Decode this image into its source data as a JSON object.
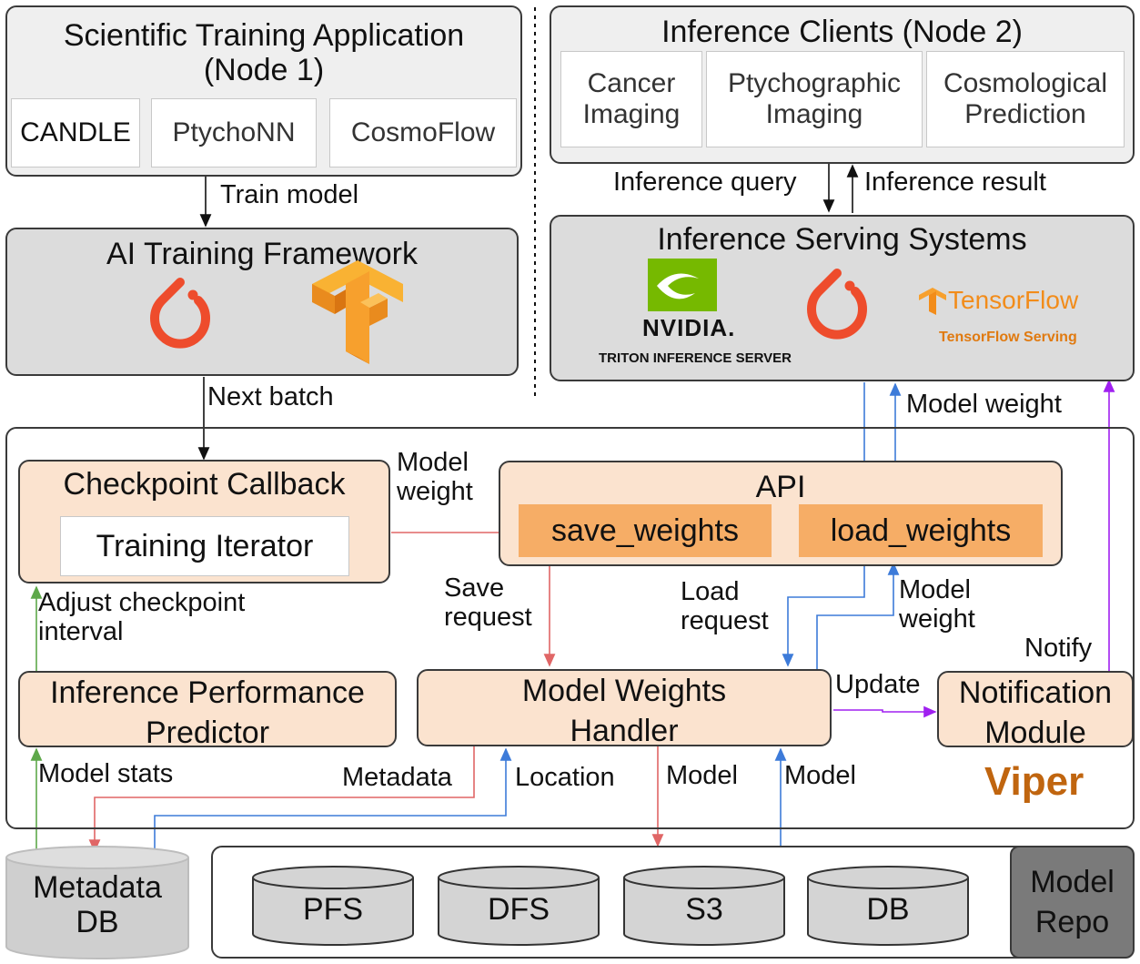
{
  "node1": {
    "title_line1": "Scientific Training Application",
    "title_line2": "(Node 1)",
    "apps": [
      "CANDLE",
      "PtychoNN",
      "CosmoFlow"
    ]
  },
  "node2": {
    "title": "Inference Clients (Node 2)",
    "clients": [
      {
        "line1": "Cancer",
        "line2": "Imaging"
      },
      {
        "line1": "Ptychographic",
        "line2": "Imaging"
      },
      {
        "line1": "Cosmological",
        "line2": "Prediction"
      }
    ]
  },
  "training_framework": {
    "title": "AI Training Framework"
  },
  "serving": {
    "title": "Inference Serving Systems",
    "nvidia_label": "NVIDIA.",
    "triton_label": "TRITON INFERENCE SERVER",
    "tf_label": "TensorFlow",
    "tf_serving_label": "TensorFlow Serving"
  },
  "edges": {
    "train_model": "Train model",
    "next_batch": "Next batch",
    "inference_query": "Inference query",
    "inference_result": "Inference result",
    "model_weight_top": "Model weight",
    "model_weight_cb_1": "Model",
    "model_weight_cb_2": "weight",
    "save_request_1": "Save",
    "save_request_2": "request",
    "load_request_1": "Load",
    "load_request_2": "request",
    "model_weight_h_1": "Model",
    "model_weight_h_2": "weight",
    "adjust_1": "Adjust checkpoint",
    "adjust_2": "interval",
    "notify": "Notify",
    "update": "Update",
    "model_stats": "Model stats",
    "metadata": "Metadata",
    "location": "Location",
    "model_down": "Model",
    "model_up": "Model"
  },
  "viper": {
    "label": "Viper",
    "label_color": "#c0650f",
    "checkpoint_title": "Checkpoint Callback",
    "training_iterator": "Training Iterator",
    "api_title": "API",
    "save_weights": "save_weights",
    "load_weights": "load_weights",
    "predictor_1": "Inference Performance",
    "predictor_2": "Predictor",
    "handler_1": "Model Weights",
    "handler_2": "Handler",
    "notification_1": "Notification",
    "notification_2": "Module"
  },
  "storage": {
    "metadata_db_1": "Metadata",
    "metadata_db_2": "DB",
    "repos": [
      "PFS",
      "DFS",
      "S3",
      "DB"
    ],
    "model_repo_1": "Model",
    "model_repo_2": "Repo"
  },
  "colors": {
    "red_arrow": "#e06666",
    "blue_arrow": "#3d7bd9",
    "green_arrow": "#5ea84a",
    "purple_arrow": "#a020f0",
    "pytorch": "#ee4c2c",
    "tensorflow": "#f7a02d",
    "nvidia": "#76b900"
  }
}
